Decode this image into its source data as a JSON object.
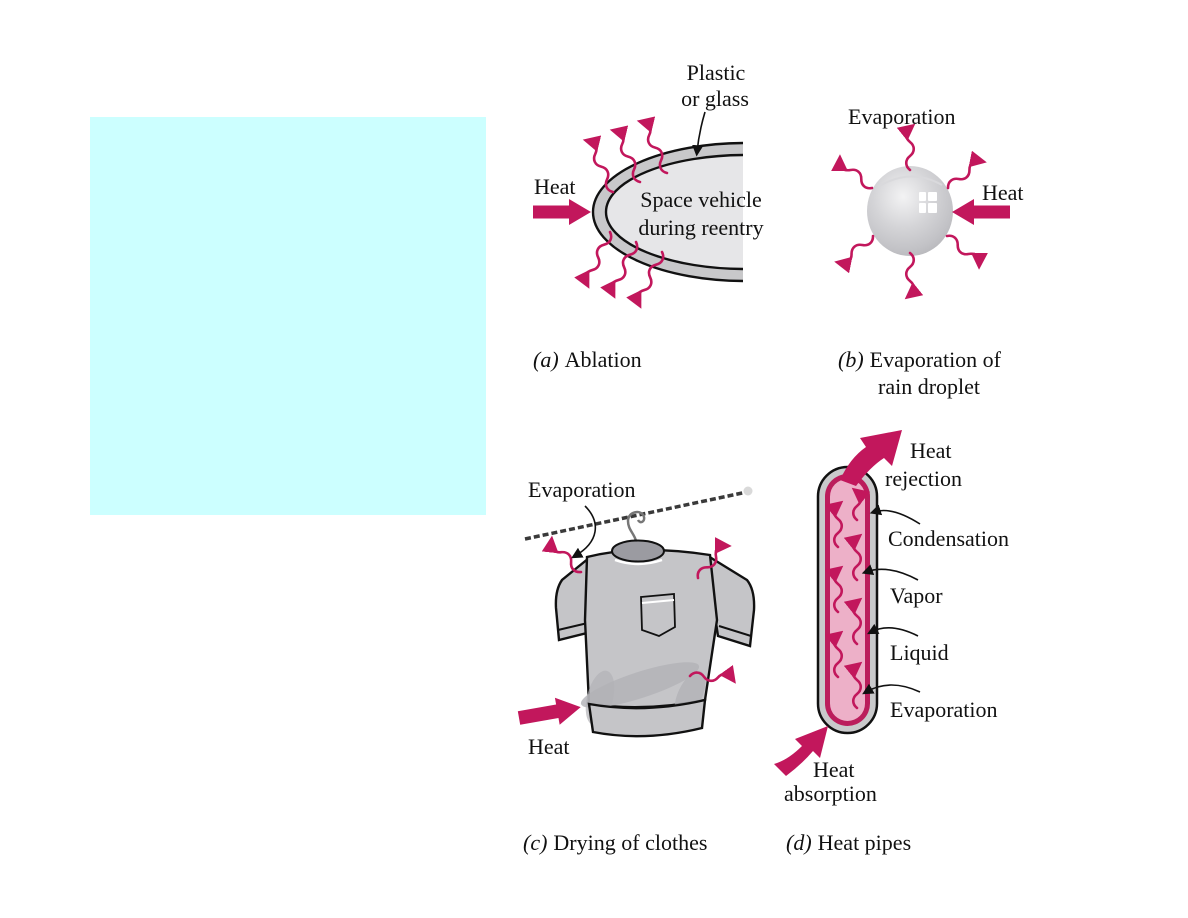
{
  "figure": {
    "colors": {
      "background": "#ffffff",
      "placeholder_cyan": "#ccffff",
      "accent_crimson": "#c2175c",
      "pipe_rim": "#bb1d5c",
      "pipe_interior": "#edb0c8",
      "gray_band": "#c8c8ca",
      "gray_light": "#e6e6e8",
      "shirt_gray": "#c5c5c8",
      "ink": "#111111"
    },
    "panels": {
      "a": {
        "caption_prefix": "(a)",
        "caption": "Ablation",
        "coating_label_line1": "Plastic",
        "coating_label_line2": "or glass",
        "heat_label": "Heat",
        "body_label_line1": "Space vehicle",
        "body_label_line2": "during reentry"
      },
      "b": {
        "caption_prefix": "(b)",
        "caption_line1": "Evaporation of",
        "caption_line2": "rain droplet",
        "evaporation_label": "Evaporation",
        "heat_label": "Heat"
      },
      "c": {
        "caption_prefix": "(c)",
        "caption": "Drying of clothes",
        "evaporation_label": "Evaporation",
        "heat_label": "Heat"
      },
      "d": {
        "caption_prefix": "(d)",
        "caption": "Heat pipes",
        "heat_rejection_line1": "Heat",
        "heat_rejection_line2": "rejection",
        "condensation_label": "Condensation",
        "vapor_label": "Vapor",
        "liquid_label": "Liquid",
        "evaporation_label": "Evaporation",
        "heat_absorption_line1": "Heat",
        "heat_absorption_line2": "absorption"
      }
    }
  }
}
